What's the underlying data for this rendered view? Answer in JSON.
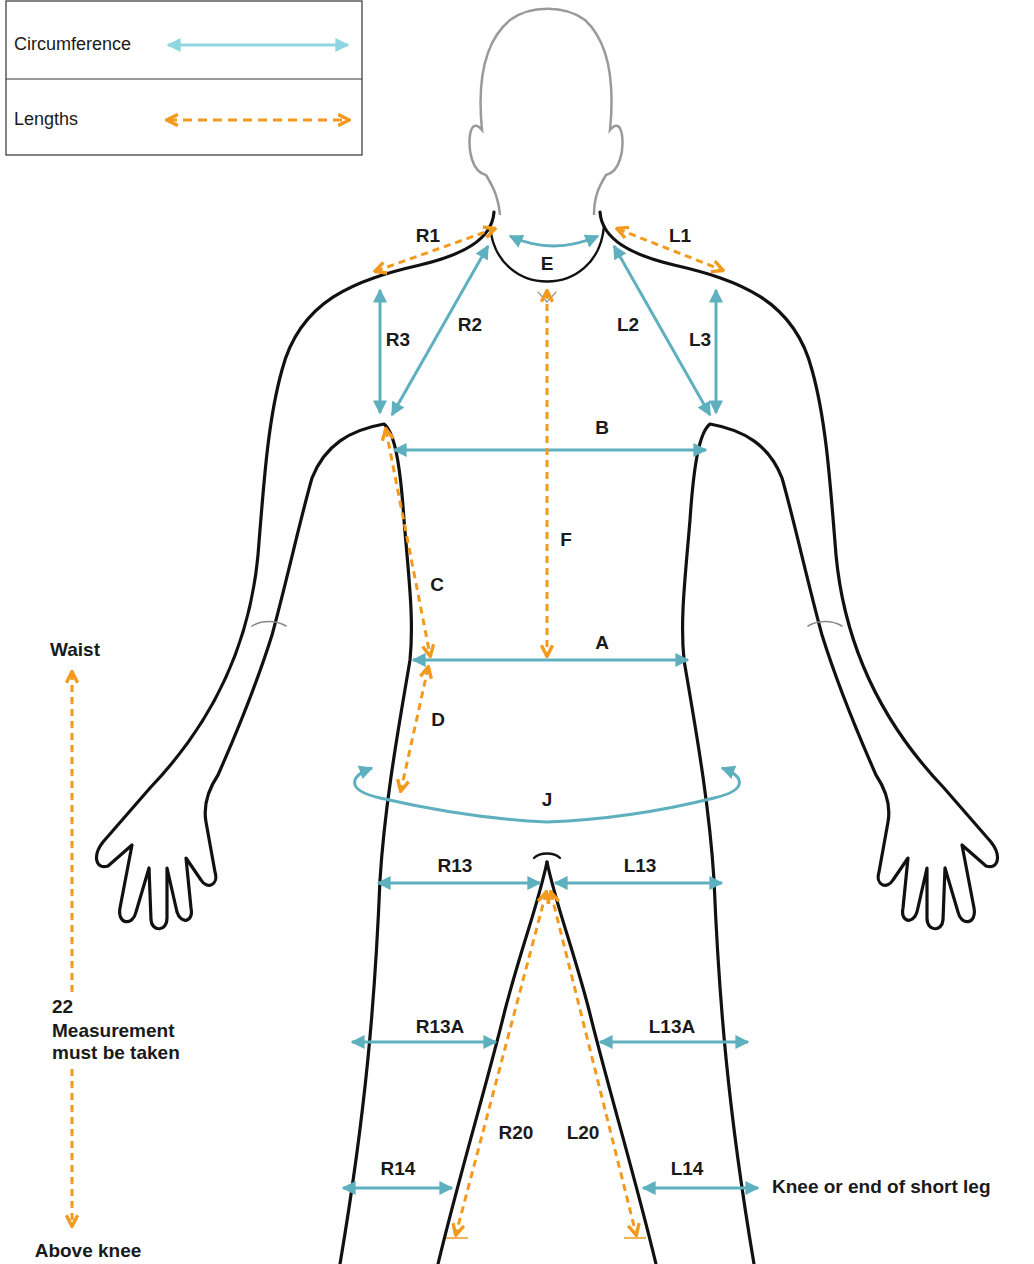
{
  "diagram": {
    "labels": [
      "R1",
      "L1",
      "E",
      "R2",
      "R3",
      "L2",
      "L3",
      "B",
      "F",
      "C",
      "A",
      "D",
      "J",
      "Waist",
      "22",
      "Measurement must be taken",
      "Above knee",
      "R13",
      "L13",
      "R13A",
      "L13A",
      "R20",
      "L20",
      "R14",
      "L14",
      "Knee or end of short leg"
    ],
    "legend": [
      {
        "text": "Circumference"
      },
      {
        "text": "Lengths"
      }
    ]
  }
}
